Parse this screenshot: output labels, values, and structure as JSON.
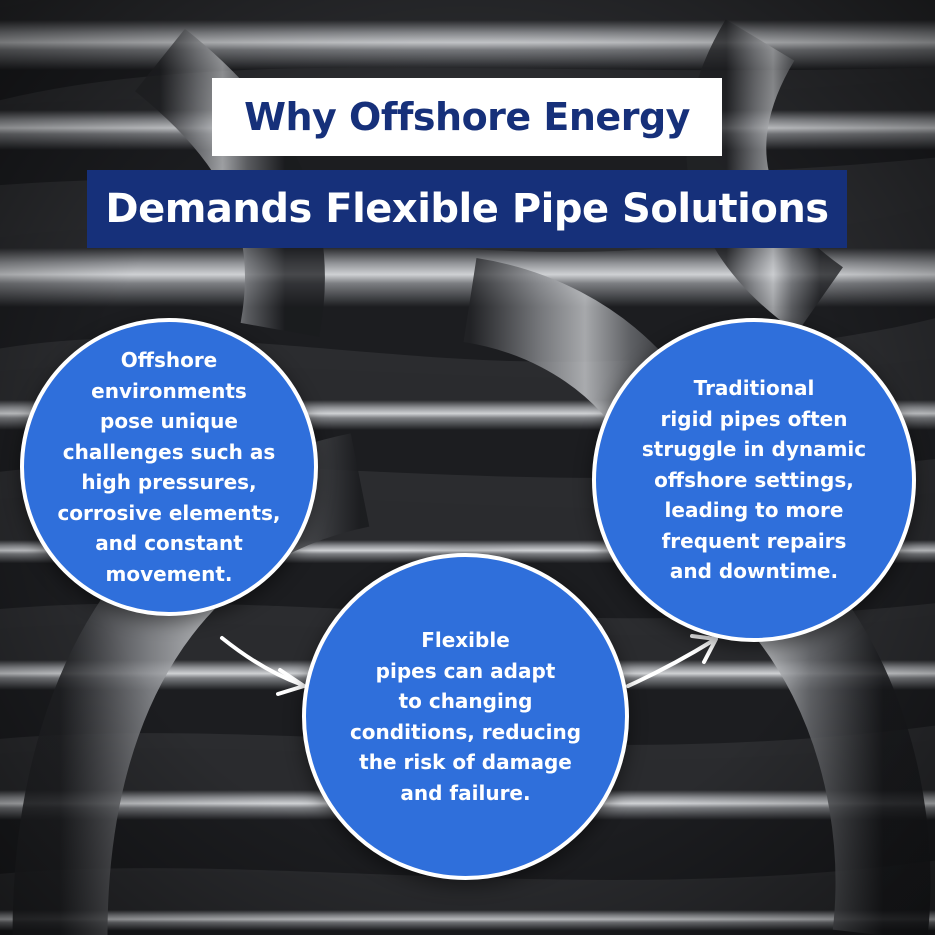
{
  "title": {
    "line1": "Why Offshore Energy",
    "line2": "Demands Flexible Pipe Solutions"
  },
  "colors": {
    "title_navy": "#16307a",
    "circle_blue": "#2f6fdb",
    "white": "#ffffff"
  },
  "circles": {
    "left": "Offshore\nenvironments\npose unique\nchallenges such as\nhigh pressures,\ncorrosive elements,\nand constant\nmovement.",
    "middle": "Flexible\npipes can adapt\nto changing\nconditions, reducing\nthe risk of damage\nand failure.",
    "right": "Traditional\nrigid pipes often\nstruggle in dynamic\noffshore settings,\nleading to more\nfrequent repairs\nand downtime."
  },
  "icons": {
    "arrow_left_to_middle": "curved-arrow-icon",
    "arrow_middle_to_right": "curved-arrow-icon"
  }
}
